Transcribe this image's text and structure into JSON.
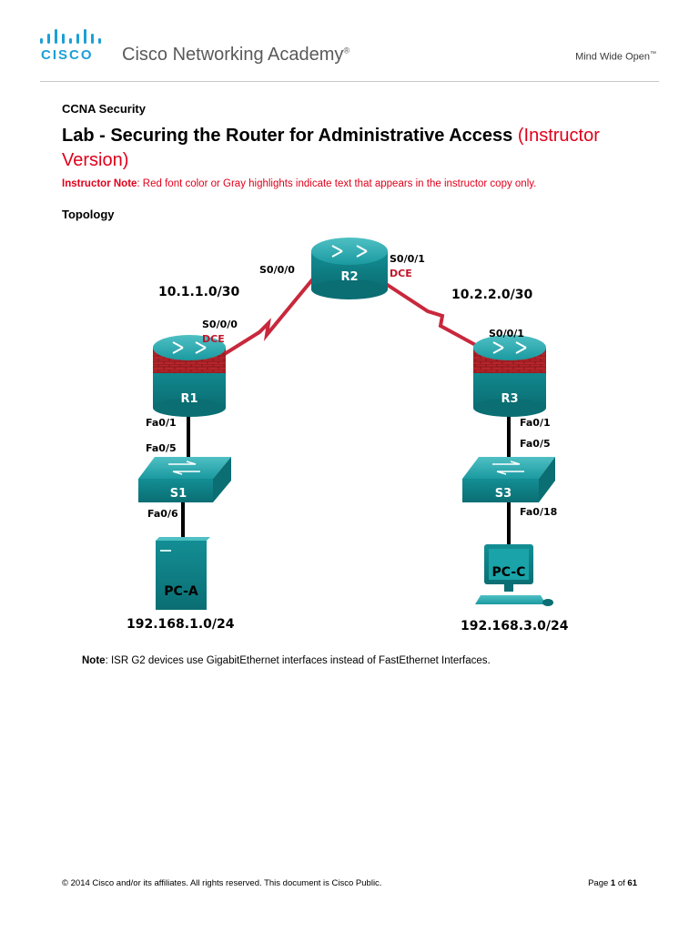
{
  "header": {
    "logo_text": "CISCO",
    "academy_name": "Cisco Networking Academy",
    "academy_mark": "®",
    "tagline": "Mind Wide Open",
    "tagline_mark": "™"
  },
  "course": "CCNA Security",
  "title": {
    "main": "Lab - Securing the Router for Administrative Access",
    "suffix": "(Instructor Version)"
  },
  "instructor_note": {
    "label": "Instructor Note",
    "text": ": Red font color or Gray highlights indicate text that appears in the instructor copy only."
  },
  "topology_heading": "Topology",
  "topology": {
    "devices": {
      "r1": "R1",
      "r2": "R2",
      "r3": "R3",
      "s1": "S1",
      "s3": "S3",
      "pca": "PC-A",
      "pcc": "PC-C"
    },
    "networks": {
      "r1_r2": "10.1.1.0/30",
      "r2_r3": "10.2.2.0/30",
      "lan_a": "192.168.1.0/24",
      "lan_c": "192.168.3.0/24"
    },
    "interfaces": {
      "r2_s000": "S0/0/0",
      "r2_s001": "S0/0/1",
      "r2_dce": "DCE",
      "r1_s000": "S0/0/0",
      "r1_dce": "DCE",
      "r3_s001": "S0/0/1",
      "r1_fa01": "Fa0/1",
      "s1_fa05": "Fa0/5",
      "s1_fa06": "Fa0/6",
      "r3_fa01": "Fa0/1",
      "s3_fa05": "Fa0/5",
      "s3_fa018": "Fa0/18"
    },
    "colors": {
      "device_teal": "#0f8a8f",
      "serial_link": "#c8283c",
      "dce_label": "#c0152a",
      "firewall_brick": "#b5252b"
    }
  },
  "note": {
    "label": "Note",
    "text": ": ISR G2 devices use GigabitEthernet interfaces instead of FastEthernet Interfaces."
  },
  "footer": {
    "copyright": "© 2014 Cisco and/or its affiliates. All rights reserved. This document is Cisco Public.",
    "page_label": "Page ",
    "page_current": "1",
    "page_of": " of ",
    "page_total": "61"
  }
}
